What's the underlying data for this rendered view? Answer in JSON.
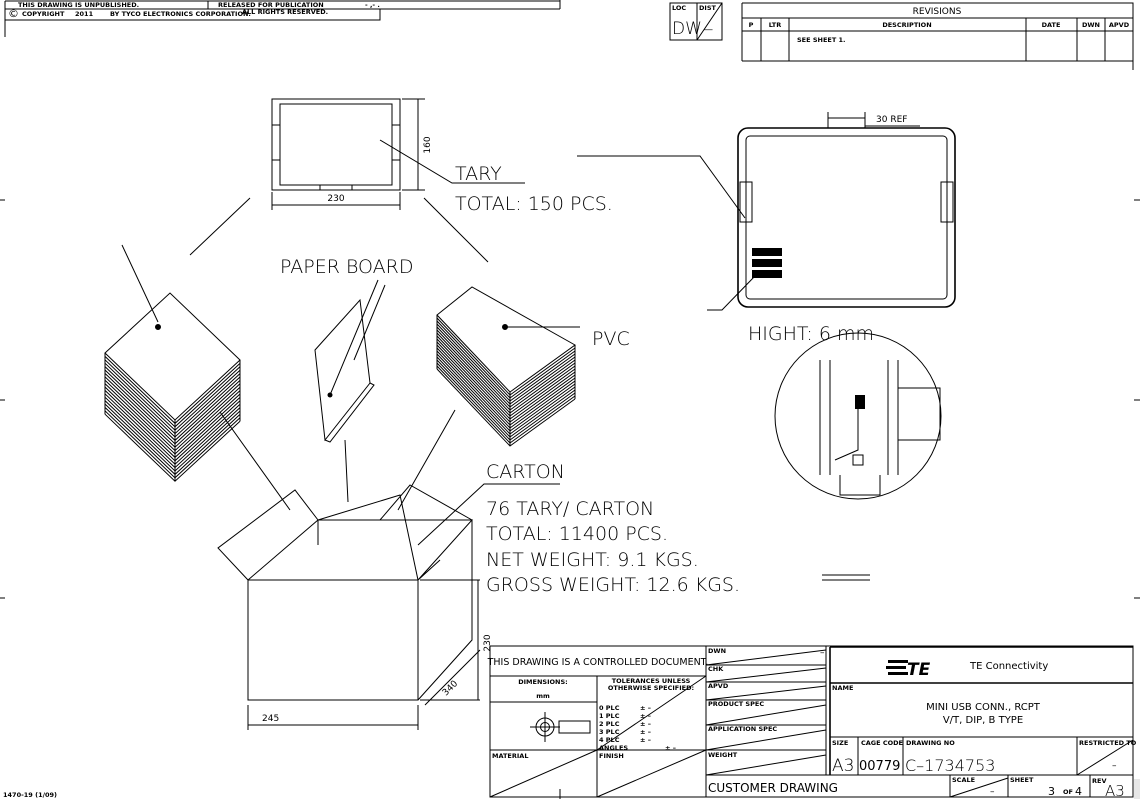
{
  "header": {
    "unpublished": "THIS DRAWING IS UNPUBLISHED.",
    "released": "RELEASED FOR PUBLICATION",
    "release_date": "- ,-   .",
    "copyright_symbol": "©",
    "copyright": "COPYRIGHT",
    "year": "2011",
    "company": "BY TYCO ELECTRONICS CORPORATION.",
    "rights": "ALL RIGHTS RESERVED."
  },
  "loc": {
    "label": "LOC",
    "value": "DW"
  },
  "dist": {
    "label": "DIST",
    "value": "—"
  },
  "revisions": {
    "title": "REVISIONS",
    "columns": [
      "P",
      "LTR",
      "DESCRIPTION",
      "DATE",
      "DWN",
      "APVD"
    ],
    "rows": [
      {
        "p": "",
        "ltr": "",
        "description": "SEE SHEET 1.",
        "date": "",
        "dwn": "",
        "apvd": ""
      }
    ]
  },
  "drawing": {
    "tray_width": "230",
    "tray_height": "160",
    "tray_label": "TARY",
    "tray_total": "TOTAL: 150 PCS.",
    "ref": "30 REF",
    "hight": "HIGHT:  6 mm",
    "paper_board": "PAPER BOARD",
    "pvc": "PVC",
    "carton": "CARTON",
    "carton_qty": "76 TARY/ CARTON",
    "carton_total": "TOTAL: 11400 PCS.",
    "net_weight": "NET WEIGHT: 9.1 KGS.",
    "gross_weight": "GROSS WEIGHT: 12.6 KGS.",
    "box_height": "230",
    "box_depth": "340",
    "box_width": "245"
  },
  "title_block": {
    "controlled": "THIS DRAWING IS A CONTROLLED DOCUMENT.",
    "dimensions_label": "DIMENSIONS:",
    "dimensions_unit": "mm",
    "tolerances_label_1": "TOLERANCES UNLESS",
    "tolerances_label_2": "OTHERWISE SPECIFIED:",
    "tolerances": [
      "0 PLC",
      "1 PLC",
      "2 PLC",
      "3 PLC",
      "4 PLC"
    ],
    "tol_value": "± –",
    "angles": "ANGLES",
    "material": "MATERIAL",
    "finish": "FINISH",
    "dwn": "DWN",
    "chk": "CHK",
    "apvd": "APVD",
    "product_spec": "PRODUCT SPEC",
    "application_spec": "APPLICATION SPEC",
    "weight": "WEIGHT",
    "dash": "–",
    "company": "TE Connectivity",
    "logo_text": "TE",
    "name_label": "NAME",
    "name_line1": "MINI USB CONN., RCPT",
    "name_line2": "V/T, DIP, B TYPE",
    "size_label": "SIZE",
    "size": "A3",
    "cage_label": "CAGE CODE",
    "cage": "00779",
    "drawing_no_label": "DRAWING NO",
    "drawing_no": "C–1734753",
    "restricted_label": "RESTRICTED TO",
    "customer_drawing": "CUSTOMER DRAWING",
    "scale_label": "SCALE",
    "sheet_label": "SHEET",
    "sheet": "3",
    "sheet_of": "OF",
    "sheet_total": "4",
    "rev_label": "REV",
    "rev": "A3"
  },
  "form_number": "1470-19 (1/09)"
}
